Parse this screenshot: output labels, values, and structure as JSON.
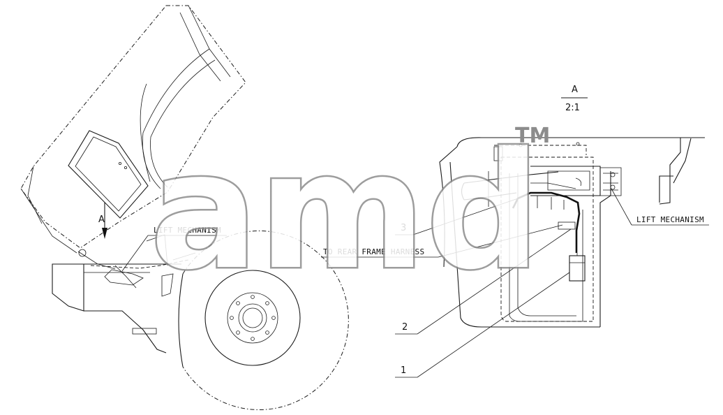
{
  "labels": {
    "lift_mechanism_left": "LIFT MECHANISM",
    "lift_mechanism_right": "LIFT MECHANISM",
    "to_rear_frame_harness": "TO REAR FRAME HARNESS",
    "view_arrow": "A"
  },
  "detail_view": {
    "letter": "A",
    "scale": "2:1"
  },
  "callouts": [
    {
      "number": "3"
    },
    {
      "number": "2"
    },
    {
      "number": "1"
    }
  ],
  "watermark": {
    "logo_text": "amd",
    "trademark": "TM"
  }
}
